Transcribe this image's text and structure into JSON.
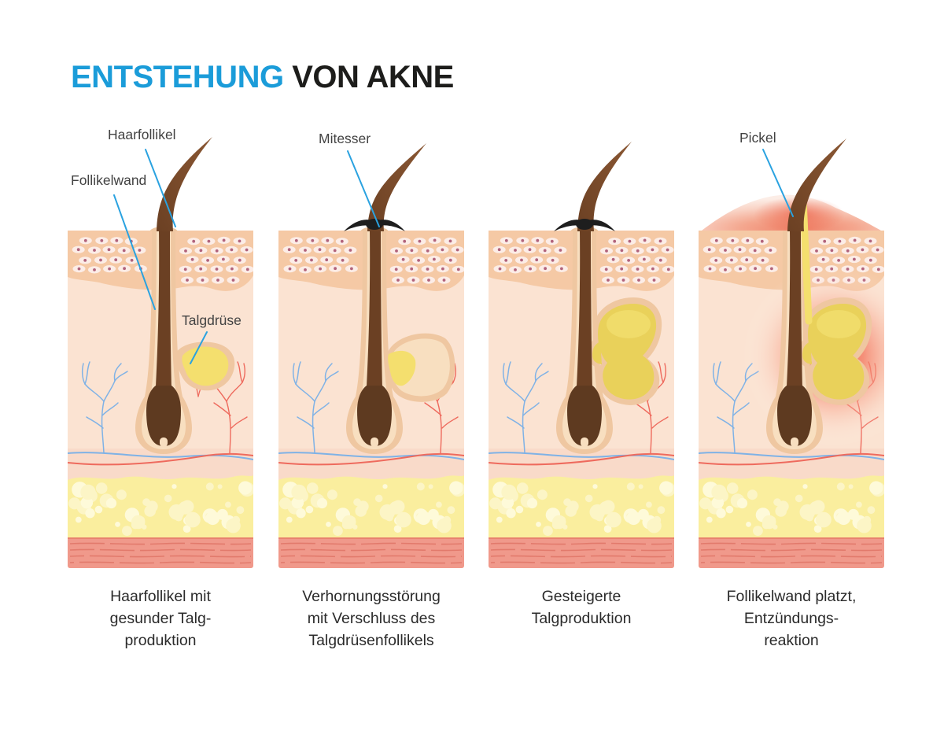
{
  "title": {
    "highlight": "ENTSTEHUNG",
    "rest": " VON AKNE"
  },
  "annotations": {
    "haarfollikel": "Haarfollikel",
    "follikelwand": "Follikelwand",
    "talgdruese": "Talgdrüse",
    "mitesser": "Mitesser",
    "pickel": "Pickel"
  },
  "panels": [
    {
      "id": "healthy-follicle",
      "caption": "Haarfollikel mit\ngesunder Talg-\nproduktion",
      "features": {
        "gland": "small",
        "plug": false,
        "bump": false,
        "glow": false,
        "sebum_channel": false,
        "collar": true
      }
    },
    {
      "id": "keratinization-blockage",
      "caption": "Verhornungsstörung\nmit Verschluss des\nTalgdrüsenfollikels",
      "features": {
        "gland": "pouch",
        "plug": true,
        "bump": false,
        "glow": false,
        "sebum_channel": false,
        "collar": true
      }
    },
    {
      "id": "increased-sebum",
      "caption": "Gesteigerte\nTalgproduktion",
      "features": {
        "gland": "large",
        "plug": true,
        "bump": false,
        "glow": false,
        "sebum_channel": false,
        "collar": true
      }
    },
    {
      "id": "inflammation",
      "caption": "Follikelwand platzt,\nEntzündungs-\nreaktion",
      "features": {
        "gland": "large",
        "plug": false,
        "bump": true,
        "glow": true,
        "sebum_channel": true,
        "collar": false
      }
    }
  ],
  "colors": {
    "title_blue": "#1B9CD9",
    "title_dark": "#1D1D1B",
    "label_text": "#424242",
    "caption_text": "#2B2B2B",
    "leader": "#2AA2E0",
    "dermis": "#FBE3D2",
    "dermis_low": "#F8D7C5",
    "epidermis_band": "#F5C9A5",
    "cell": "#FCEDE7",
    "cell_nucleus": "#B2637B",
    "fat": "#FAEE9E",
    "fat_bubble": "#FCF5C6",
    "fat_bubble_light": "#FEFAD9",
    "muscle": "#F0998B",
    "muscle_line": "#E27A6C",
    "wall": "#EFC7A1",
    "wall_inner": "#F8DFC0",
    "hair_dark": "#6B4023",
    "hair_tip": "#8A5733",
    "bulb": "#5E3A20",
    "sebum": "#F4DF6E",
    "sebum_deep": "#E9D15A",
    "vessel_red": "#EE6A5D",
    "vessel_blue": "#7FB2E6",
    "plug": "#1E1E1E",
    "inflammation": "#F15F4B",
    "bump_center": "#EF8066"
  }
}
